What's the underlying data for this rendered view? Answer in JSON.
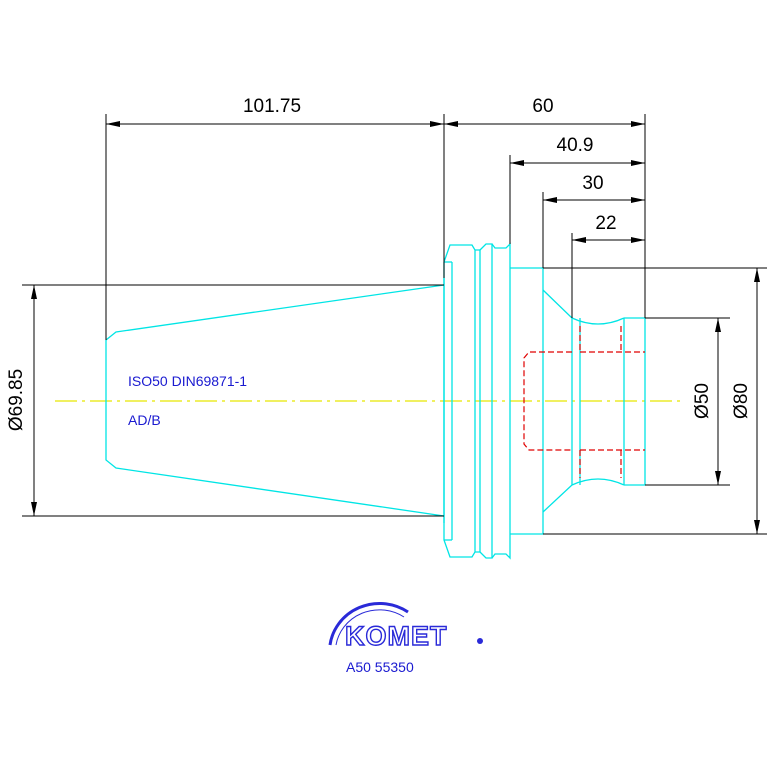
{
  "dimensions": {
    "length_taper": "101.75",
    "length_total": "60",
    "length_a": "40.9",
    "length_b": "30",
    "length_c": "22",
    "diameter_taper": "Ø69.85",
    "diameter_bore": "Ø50",
    "diameter_outer": "Ø80"
  },
  "notes": {
    "standard": "ISO50 DIN69871-1",
    "form": "AD/B"
  },
  "brand": {
    "logo_text": "KOMET",
    "part_number": "A50 55350"
  },
  "colors": {
    "outline": "#00e5e5",
    "dimension": "#000000",
    "hidden": "#e00000",
    "centerline": "#e8e800",
    "annotation": "#1a1ad0",
    "logo": "#2a2ad8"
  }
}
